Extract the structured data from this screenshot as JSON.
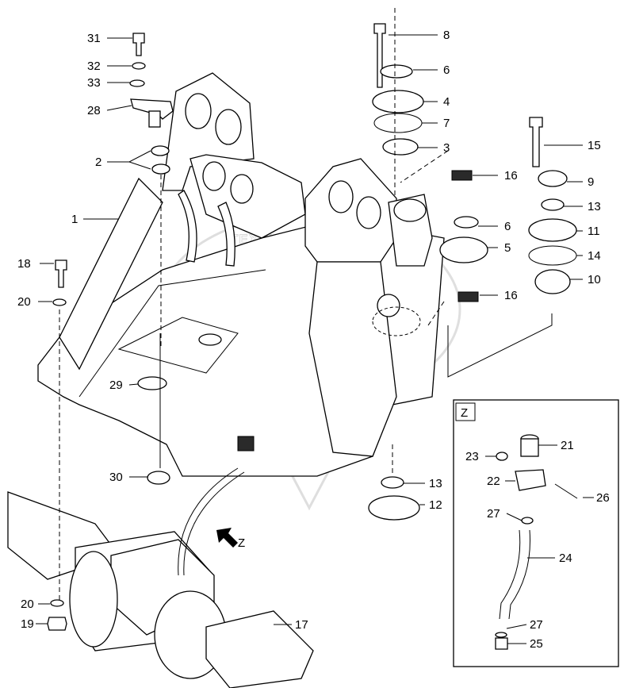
{
  "watermark": {
    "text": "ТЕХНИКА И ЗАПЧАСТИ"
  },
  "view": {
    "marker": "Z",
    "arrow_label": "Z"
  },
  "callouts": [
    "31",
    "32",
    "33",
    "28",
    "2",
    "1",
    "18",
    "20",
    "29",
    "30",
    "20",
    "19",
    "8",
    "6",
    "4",
    "7",
    "3",
    "16",
    "6",
    "5",
    "16",
    "15",
    "9",
    "13",
    "11",
    "14",
    "10",
    "13",
    "12",
    "17",
    "21",
    "23",
    "22",
    "26",
    "27",
    "24",
    "27",
    "25"
  ]
}
